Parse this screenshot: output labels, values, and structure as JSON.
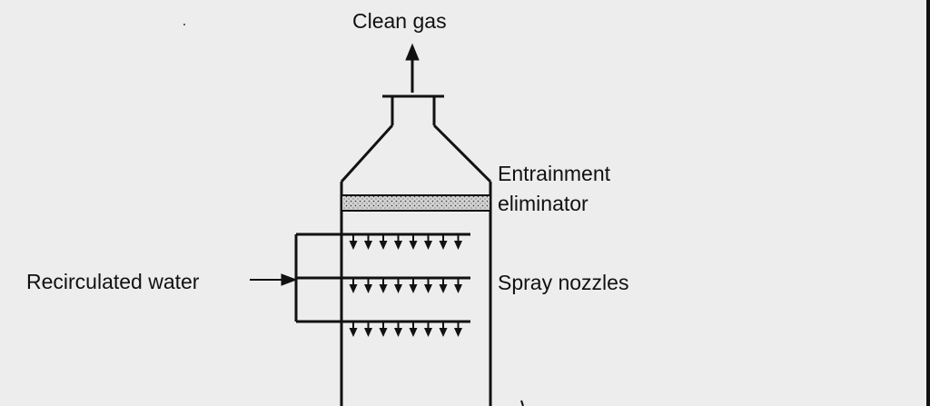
{
  "diagram": {
    "labels": {
      "clean_gas": "Clean gas",
      "entrainment_line1": "Entrainment",
      "entrainment_line2": "eliminator",
      "recirculated_water": "Recirculated water",
      "spray_nozzles": "Spray nozzles"
    },
    "spray_headers": 3,
    "nozzles_per_header": 8,
    "colors": {
      "ink": "#111111",
      "background": "#ededed",
      "packing": "#c8c8c8"
    }
  }
}
